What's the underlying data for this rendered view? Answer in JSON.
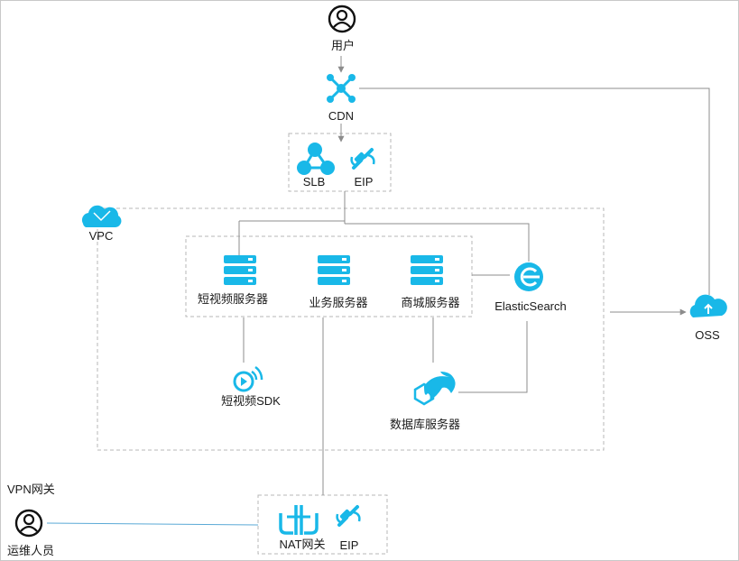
{
  "labels": {
    "user": "用户",
    "cdn": "CDN",
    "slb": "SLB",
    "eip_top": "EIP",
    "vpc": "VPC",
    "short_video_server": "短视频服务器",
    "business_server": "业务服务器",
    "mall_server": "商城服务器",
    "elasticsearch": "ElasticSearch",
    "short_video_sdk": "短视频SDK",
    "database_server": "数据库服务器",
    "oss": "OSS",
    "vpn_gateway": "VPN网关",
    "ops_staff": "运维人员",
    "nat_gateway": "NAT网关",
    "eip_bottom": "EIP"
  },
  "colors": {
    "icon": "#19b8e8",
    "line": "#8c8c8c",
    "dashed_border": "#b7b7b7",
    "vpn_line": "#5aa9d6",
    "text": "#1a1a1a"
  },
  "icons": [
    "user-icon",
    "cdn-icon",
    "slb-icon",
    "eip-icon",
    "cloud-icon",
    "server-icon",
    "elasticsearch-icon",
    "video-sdk-icon",
    "database-icon",
    "oss-icon",
    "nat-gateway-icon"
  ]
}
